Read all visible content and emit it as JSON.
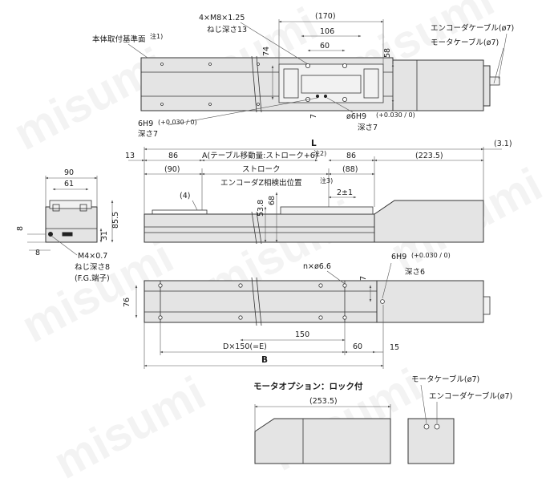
{
  "watermark": "misumi",
  "top_view": {
    "tap_holes": "4×M8×1.25",
    "tap_depth": "ねじ深さ13",
    "dim_170": "(170)",
    "dim_106": "106",
    "dim_60": "60",
    "dim_74": "74",
    "dim_58": "58",
    "dim_7": "7",
    "ref_surface": "本体取付基準面",
    "ref_note": "注1)",
    "pin_hole_left": "6H9",
    "pin_hole_left_tol": "(+0.030 / 0)",
    "pin_hole_left_depth": "深さ7",
    "pin_hole_right": "ø6H9",
    "pin_hole_right_tol": "(+0.030 / 0)",
    "pin_hole_right_depth": "深さ7",
    "encoder_cable": "エンコーダケーブル(ø7)",
    "motor_cable": "モータケーブル(ø7)"
  },
  "side_view": {
    "L": "L",
    "dim_13": "13",
    "dim_86a": "86",
    "A_label": "A(テーブル移動量:ストローク+6)",
    "A_note": "注2)",
    "dim_86b": "86",
    "dim_223_5": "(223.5)",
    "dim_3_1": "(3.1)",
    "dim_90": "(90)",
    "stroke": "ストローク",
    "dim_88": "(88)",
    "encoder_z": "エンコーダZ相検出位置",
    "encoder_z_note": "注3)",
    "dim_4": "(4)",
    "dim_2pm1": "2±1",
    "dim_53_8": "53.8",
    "dim_68": "68"
  },
  "end_view": {
    "dim_90": "90",
    "dim_61": "61",
    "dim_85_5": "85.5",
    "dim_31": "31",
    "dim_8a": "8",
    "dim_8b": "8",
    "fg_screw": "M4×0.7",
    "fg_depth": "ねじ深さ8",
    "fg_terminal": "(F.G.端子)"
  },
  "bottom_view": {
    "holes": "n×ø6.6",
    "pin_hole": "6H9",
    "pin_hole_tol": "(+0.030 / 0)",
    "pin_depth": "深さ6",
    "dim_7": "7",
    "dim_76": "76",
    "dim_150": "150",
    "pitch": "D×150(=E)",
    "dim_60": "60",
    "dim_15": "15",
    "B": "B"
  },
  "lock_option": {
    "title": "モータオプション：ロック付",
    "dim_253_5": "(253.5)",
    "motor_cable": "モータケーブル(ø7)",
    "encoder_cable": "エンコーダケーブル(ø7)"
  }
}
